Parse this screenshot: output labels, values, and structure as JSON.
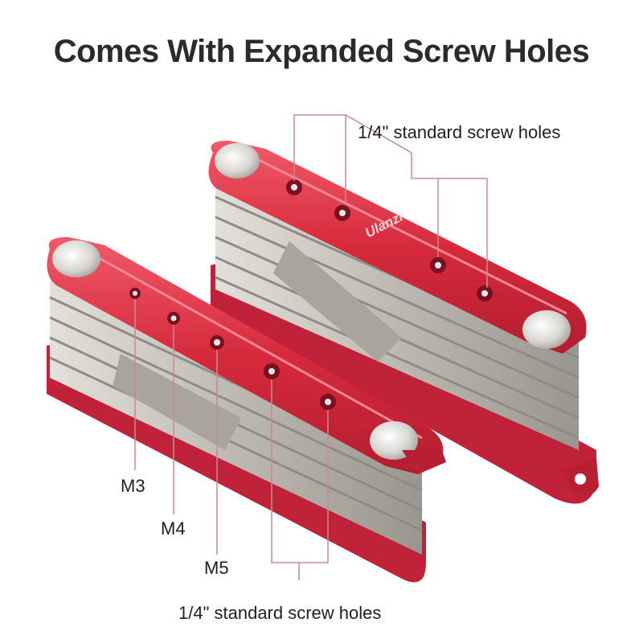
{
  "page": {
    "title": "Comes With Expanded Screw Holes",
    "brand": "Ulanzi",
    "labels": {
      "top_holes": "1/4\" standard screw holes",
      "bottom_holes": "1/4\" standard screw holes",
      "m3": "M3",
      "m4": "M4",
      "m5": "M5"
    },
    "colors": {
      "body_red": "#d62a3c",
      "dark_red": "#a81a2c",
      "highlight_red": "#ef5363",
      "steel": "#c9c6c0",
      "steel_dark": "#8f8c86",
      "pointer_line": "#c98a94",
      "text": "#2b2b2b"
    }
  }
}
